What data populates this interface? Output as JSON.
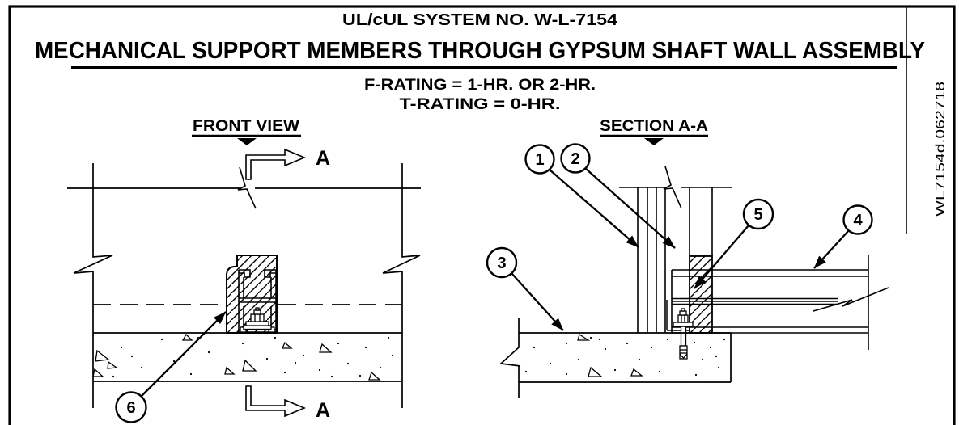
{
  "colors": {
    "ink": "#000000",
    "paper": "#ffffff"
  },
  "header": {
    "system_line": "UL/cUL SYSTEM NO. W-L-7154",
    "title": "MECHANICAL SUPPORT MEMBERS THROUGH GYPSUM SHAFT WALL ASSEMBLY",
    "f_rating": "F-RATING = 1-HR. OR 2-HR.",
    "t_rating": "T-RATING = 0-HR."
  },
  "side_label": "WL7154d.062718",
  "front_view": {
    "label": "FRONT VIEW",
    "section_letter_top": "A",
    "section_letter_bottom": "A",
    "callout_6": "6"
  },
  "section_view": {
    "label": "SECTION A-A",
    "callout_1": "1",
    "callout_2": "2",
    "callout_3": "3",
    "callout_4": "4",
    "callout_5": "5"
  }
}
